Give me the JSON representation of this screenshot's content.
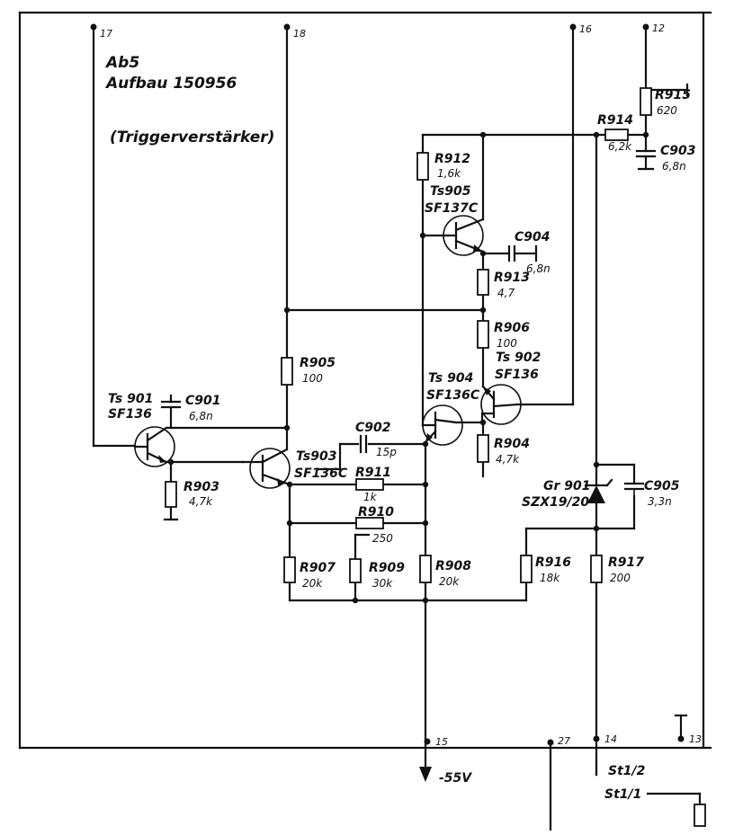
{
  "header": {
    "line1": "Ab5",
    "line2": "Aufbau 150956",
    "line3": "(Triggerverstärker)"
  },
  "nodes": {
    "n17": "17",
    "n18": "18",
    "n16": "16",
    "n12": "12",
    "n15": "15",
    "n27": "27",
    "n14": "14",
    "n13": "13"
  },
  "components": {
    "ts901": {
      "name": "Ts 901",
      "type": "SF136"
    },
    "ts902": {
      "name": "Ts 902",
      "type": "SF136"
    },
    "ts903": {
      "name": "Ts903",
      "type": "SF136C"
    },
    "ts904": {
      "name": "Ts 904",
      "type": "SF136C"
    },
    "ts905": {
      "name": "Ts905",
      "type": "SF137C"
    },
    "c901": {
      "name": "C901",
      "value": "6,8n"
    },
    "c902": {
      "name": "C902",
      "value": "15p"
    },
    "c903": {
      "name": "C903",
      "value": "6,8n"
    },
    "c904": {
      "name": "C904",
      "value": "6,8n"
    },
    "c905": {
      "name": "C905",
      "value": "3,3n"
    },
    "r903": {
      "name": "R903",
      "value": "4,7k"
    },
    "r904": {
      "name": "R904",
      "value": "4,7k"
    },
    "r905": {
      "name": "R905",
      "value": "100"
    },
    "r906": {
      "name": "R906",
      "value": "100"
    },
    "r907": {
      "name": "R907",
      "value": "20k"
    },
    "r908": {
      "name": "R908",
      "value": "20k"
    },
    "r909": {
      "name": "R909",
      "value": "30k"
    },
    "r910": {
      "name": "R910",
      "value": "250"
    },
    "r911": {
      "name": "R911",
      "value": "1k"
    },
    "r912": {
      "name": "R912",
      "value": "1,6k"
    },
    "r913": {
      "name": "R913",
      "value": "4,7"
    },
    "r914": {
      "name": "R914",
      "value": "6,2k"
    },
    "r915": {
      "name": "R915",
      "value": "620"
    },
    "r916": {
      "name": "R916",
      "value": "18k"
    },
    "r917": {
      "name": "R917",
      "value": "200"
    },
    "gr901": {
      "name": "Gr 901",
      "type": "SZX19/20"
    }
  },
  "supply": {
    "label": "-55V"
  },
  "connectors": {
    "st1_2": "St1/2",
    "st1_1": "St1/1"
  }
}
